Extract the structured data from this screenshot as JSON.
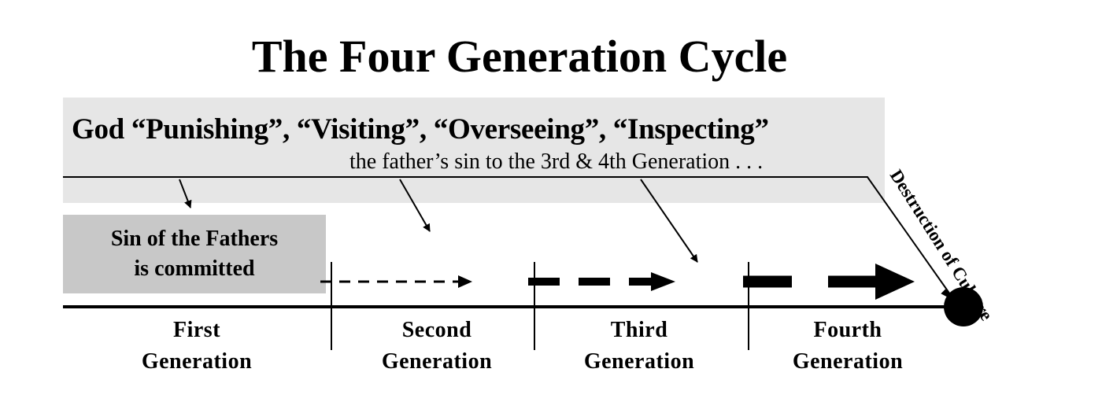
{
  "title": "The Four Generation Cycle",
  "banner": {
    "heading": "God “Punishing”, “Visiting”, “Overseeing”, “Inspecting”",
    "subheading": "the father’s sin to the 3rd & 4th Generation . . ."
  },
  "origin_box": {
    "text": "Sin of the Fathers\nis committed"
  },
  "generations": [
    {
      "label": "First\nGeneration"
    },
    {
      "label": "Second\nGeneration"
    },
    {
      "label": "Third\nGeneration"
    },
    {
      "label": "Fourth\nGeneration"
    }
  ],
  "endpoint": {
    "label": "Destruction of Culture"
  },
  "colors": {
    "banner_bg": "#e6e6e6",
    "box_bg": "#c8c8c8",
    "ink": "#000000"
  }
}
